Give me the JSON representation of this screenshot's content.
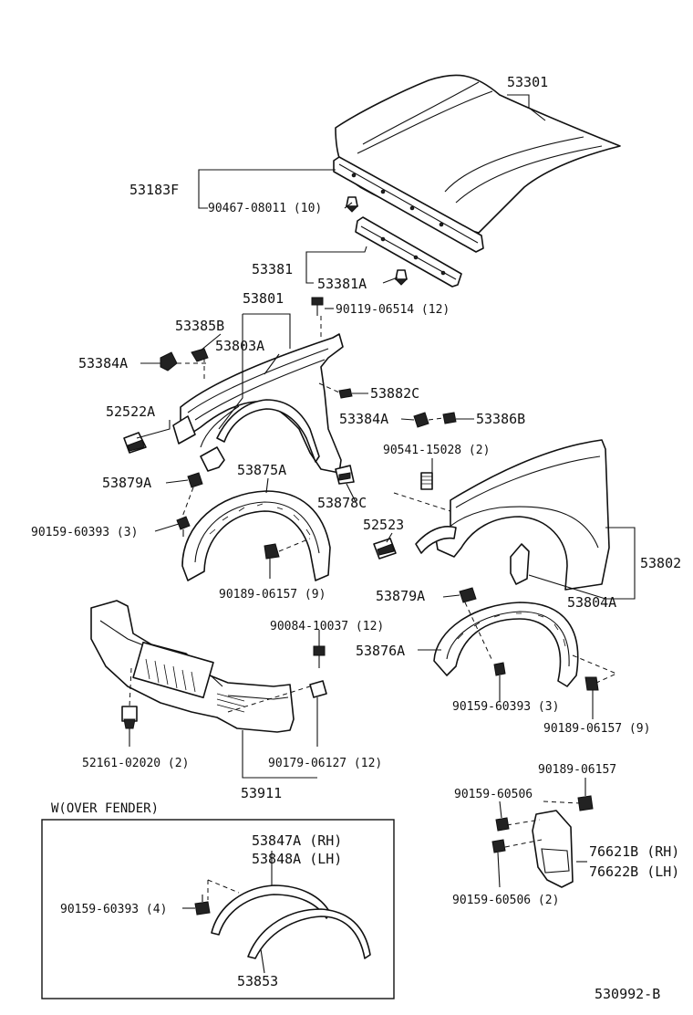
{
  "labels": {
    "hood": "53301",
    "hood_seal_group": "53183F",
    "hood_seal_clip": "90467-08011 (10)",
    "hood_lock_support": "53381",
    "hood_lock_support_sub": "53381A",
    "bolt_upper": "90119-06514 (12)",
    "fender_lh": "53801",
    "retainer_53385b": "53385B",
    "apron_seal": "53803A",
    "cushion_53384a_l": "53384A",
    "clip_52522a": "52522A",
    "seal_53882c": "53882C",
    "cushion_53384a_r": "53384A",
    "retainer_53386b": "53386B",
    "clip_90541": "90541-15028 (2)",
    "clip_53879a_l": "53879A",
    "liner_53875a": "53875A",
    "bracket_53878c": "53878C",
    "screw_90159_l": "90159-60393 (3)",
    "clip_52523": "52523",
    "fender_rh": "53802",
    "clip_90189_l": "90189-06157 (9)",
    "clip_53879a_r": "53879A",
    "seal_53804a": "53804A",
    "bolt_90084": "90084-10037 (12)",
    "liner_53876a": "53876A",
    "screw_90159_r": "90159-60393 (3)",
    "clip_90189_r": "90189-06157 (9)",
    "clip_52161": "52161-02020 (2)",
    "nut_90179": "90179-06127 (12)",
    "bumper": "53911",
    "mud_clip": "90189-06157",
    "mud_screw_top": "90159-60506",
    "mudguard_rh": "76621B (RH)",
    "mudguard_lh": "76622B (LH)",
    "mud_screw_bottom": "90159-60506 (2)",
    "over_fender_title": "W(OVER FENDER)",
    "over_fender_rh": "53847A (RH)",
    "over_fender_lh": "53848A (LH)",
    "over_fender_screw": "90159-60393 (4)",
    "over_fender_molding": "53853",
    "diagram_id": "530992-B"
  }
}
